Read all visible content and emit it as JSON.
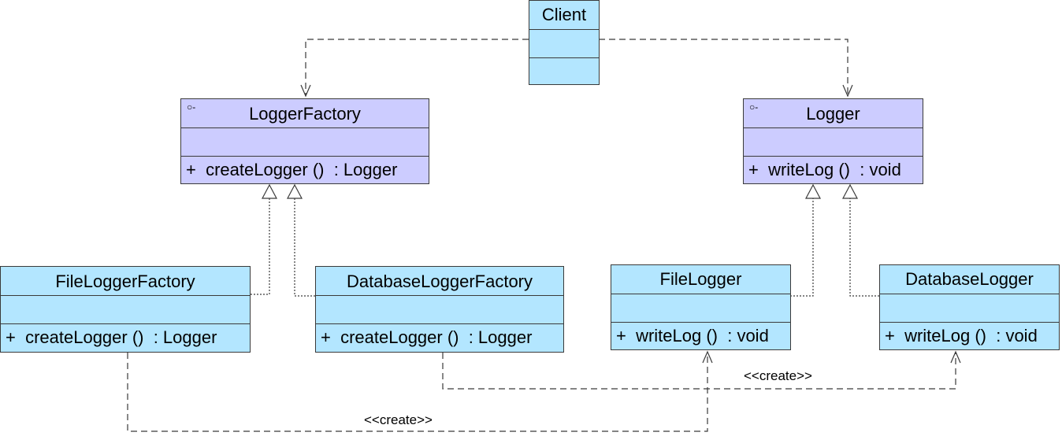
{
  "diagram": {
    "client": {
      "name": "Client"
    },
    "logger_factory": {
      "marker": "○-",
      "name": "LoggerFactory",
      "operation": "+  createLogger ()  : Logger"
    },
    "logger": {
      "marker": "○-",
      "name": "Logger",
      "operation": "+  writeLog ()  : void"
    },
    "file_logger_factory": {
      "name": "FileLoggerFactory",
      "operation": "+  createLogger ()  : Logger"
    },
    "database_logger_factory": {
      "name": "DatabaseLoggerFactory",
      "operation": "+  createLogger ()  : Logger"
    },
    "file_logger": {
      "name": "FileLogger",
      "operation": "+  writeLog ()  : void"
    },
    "database_logger": {
      "name": "DatabaseLogger",
      "operation": "+  writeLog ()  : void"
    },
    "create_label_top": "<<create>>",
    "create_label_bottom": "<<create>>",
    "colors": {
      "interface_fill": "#ccccff",
      "class_fill": "#b3e6ff",
      "line": "#3a3a3a"
    }
  }
}
